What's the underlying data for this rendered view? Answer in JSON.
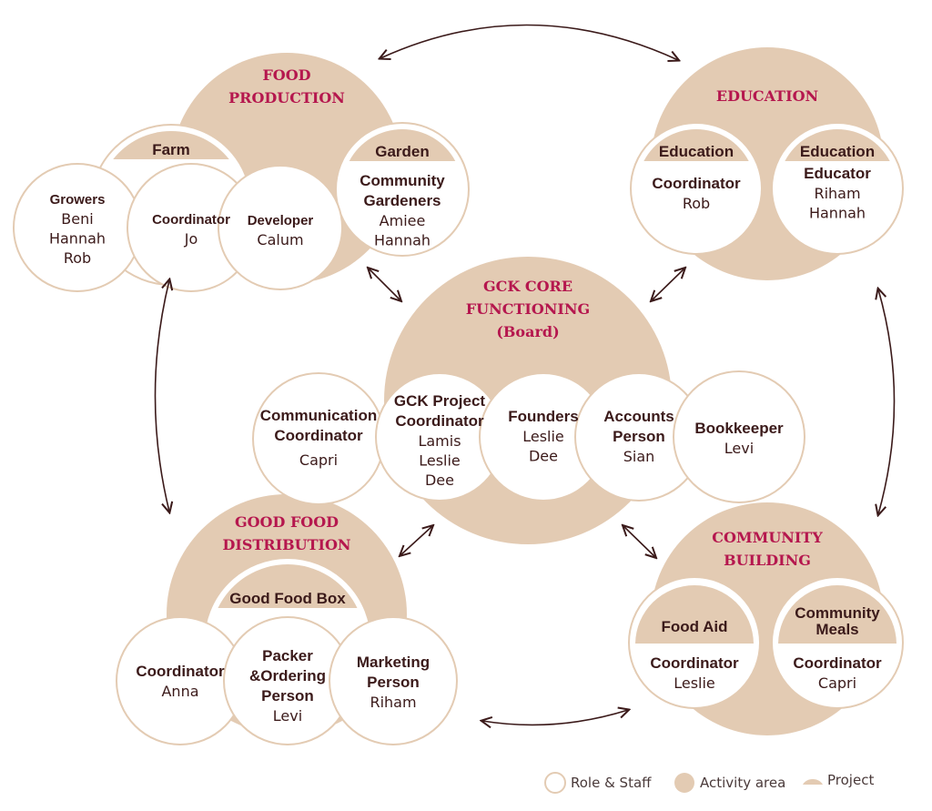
{
  "colors": {
    "activity": "#e3cbb3",
    "title": "#b5174e",
    "text": "#3b1a1a",
    "arrow": "#3b1a1a"
  },
  "activities": [
    {
      "id": "food-production",
      "lines": [
        "FOOD",
        "PRODUCTION"
      ]
    },
    {
      "id": "education",
      "lines": [
        "EDUCATION"
      ]
    },
    {
      "id": "gck-core-functioning",
      "lines": [
        "GCK CORE",
        "FUNCTIONING",
        "(Board)"
      ]
    },
    {
      "id": "good-food-distribution",
      "lines": [
        "GOOD FOOD",
        "DISTRIBUTION"
      ]
    },
    {
      "id": "community-building",
      "lines": [
        "COMMUNITY",
        "BUILDING"
      ]
    }
  ],
  "projects": [
    {
      "id": "farm",
      "lines": [
        "Farm"
      ]
    },
    {
      "id": "garden",
      "lines": [
        "Garden"
      ]
    },
    {
      "id": "education-coordinator-project",
      "lines": [
        "Education"
      ]
    },
    {
      "id": "education-educator-project",
      "lines": [
        "Education"
      ]
    },
    {
      "id": "good-food-box",
      "lines": [
        "Good Food Box"
      ]
    },
    {
      "id": "food-aid",
      "lines": [
        "Food Aid"
      ]
    },
    {
      "id": "community-meals",
      "lines": [
        "Community",
        "Meals"
      ]
    }
  ],
  "roles": [
    {
      "id": "growers",
      "title": [
        "Growers"
      ],
      "names": [
        "Beni",
        "Hannah",
        "Rob"
      ]
    },
    {
      "id": "farm-coordinator",
      "title": [
        "Coordinator"
      ],
      "names": [
        "Jo"
      ]
    },
    {
      "id": "developer",
      "title": [
        "Developer"
      ],
      "names": [
        "Calum"
      ]
    },
    {
      "id": "community-gardeners",
      "title": [
        "Community",
        "Gardeners"
      ],
      "names": [
        "Amiee",
        "Hannah"
      ]
    },
    {
      "id": "education-coordinator",
      "title": [
        "Coordinator"
      ],
      "names": [
        "Rob"
      ]
    },
    {
      "id": "educator",
      "title": [
        "Educator"
      ],
      "names": [
        "Riham",
        "Hannah"
      ]
    },
    {
      "id": "communication-coordinator",
      "title": [
        "Communication",
        "Coordinator"
      ],
      "names": [
        "Capri"
      ]
    },
    {
      "id": "gck-project-coordinator",
      "title": [
        "GCK Project",
        "Coordinator"
      ],
      "names": [
        "Lamis",
        "Leslie",
        "Dee"
      ]
    },
    {
      "id": "founders",
      "title": [
        "Founders"
      ],
      "names": [
        "Leslie",
        "Dee"
      ]
    },
    {
      "id": "accounts-person",
      "title": [
        "Accounts",
        "Person"
      ],
      "names": [
        "Sian"
      ]
    },
    {
      "id": "bookkeeper",
      "title": [
        "Bookkeeper"
      ],
      "names": [
        "Levi"
      ]
    },
    {
      "id": "distribution-coordinator",
      "title": [
        "Coordinator"
      ],
      "names": [
        "Anna"
      ]
    },
    {
      "id": "packer-ordering-person",
      "title": [
        "Packer",
        "&Ordering",
        "Person"
      ],
      "names": [
        "Levi"
      ]
    },
    {
      "id": "marketing-person",
      "title": [
        "Marketing",
        "Person"
      ],
      "names": [
        "Riham"
      ]
    },
    {
      "id": "food-aid-coordinator",
      "title": [
        "Coordinator"
      ],
      "names": [
        "Leslie"
      ]
    },
    {
      "id": "community-meals-coordinator",
      "title": [
        "Coordinator"
      ],
      "names": [
        "Capri"
      ]
    }
  ],
  "legend": [
    {
      "icon": "role-staff-circle-icon",
      "label": "Role & Staff"
    },
    {
      "icon": "activity-area-circle-icon",
      "label": "Activity area"
    },
    {
      "icon": "project-cap-icon",
      "label": "Project"
    }
  ]
}
